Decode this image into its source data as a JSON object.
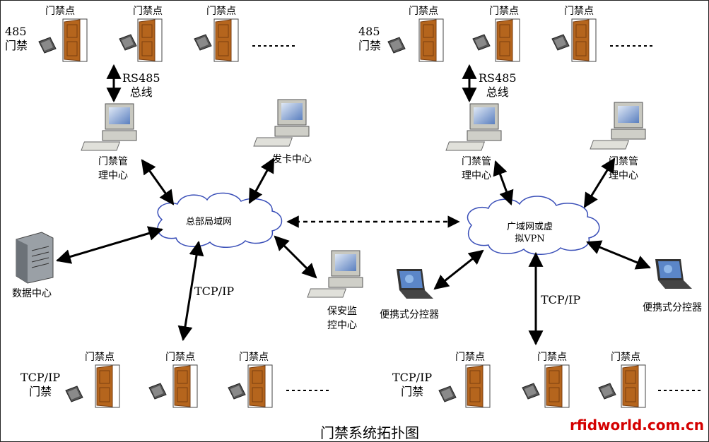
{
  "title": "门禁系统拓扑图",
  "brand": "rfidworld.com.cn",
  "labels": {
    "access_point": "门禁点",
    "rs485_access": "485\n门禁",
    "rs485_bus": "RS485\n总线",
    "mgmt_center": "门禁管\n理中心",
    "card_center": "发卡中心",
    "hq_lan": "总部局域网",
    "wan_vpn": "广域网或虚\n拟VPN",
    "data_center": "数据中心",
    "security_center": "保安监\n控中心",
    "tcpip": "TCP/IP",
    "tcpip_access": "TCP/IP\n门禁",
    "portable_controller": "便携式分控器"
  },
  "colors": {
    "door": "#b5651d",
    "door_dark": "#7a3e10",
    "cloud_stroke": "#3a4fb8",
    "reader": "#555555"
  }
}
